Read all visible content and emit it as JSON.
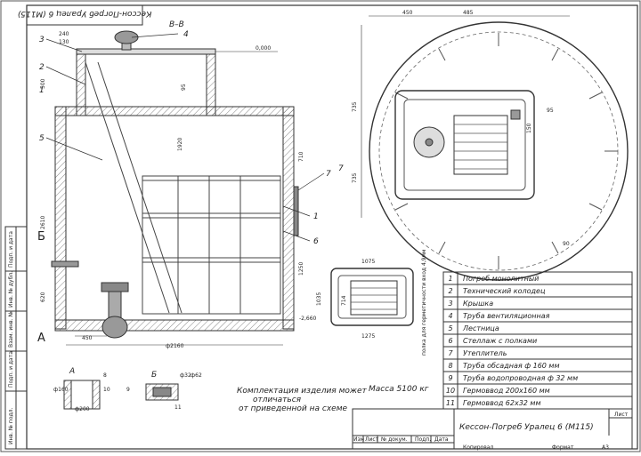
{
  "drawing": {
    "title": "Кессон-Погреб Уралец 6 (М115)",
    "title_mirrored": "Кессон-Погреб Уралец 6 (М115)",
    "section_label": "В–В",
    "level_mark": "0,000",
    "mass": "Масса 5100 кг",
    "note_lines": [
      "Комплектация изделия может",
      "отличаться",
      "от приведенной на схеме"
    ],
    "vertical_note": "полка для герметичности вход 4,9мм",
    "detail_a": "А",
    "detail_b": "Б",
    "side_a": "А",
    "side_b": "Б",
    "stamp_cells": [
      "Изм",
      "Лист",
      "№ докум.",
      "Подп.",
      "Дата"
    ],
    "copied": "Копировал",
    "format": "Формат",
    "format_value": "А3",
    "sheet_label": "Лист"
  },
  "components": [
    {
      "num": "1",
      "name": "Погреб монолитный"
    },
    {
      "num": "2",
      "name": "Технический колодец"
    },
    {
      "num": "3",
      "name": "Крышка"
    },
    {
      "num": "4",
      "name": "Труба вентиляционная"
    },
    {
      "num": "5",
      "name": "Лестница"
    },
    {
      "num": "6",
      "name": "Стеллаж с полками"
    },
    {
      "num": "7",
      "name": "Утеплитель"
    },
    {
      "num": "8",
      "name": "Труба обсадная ф 160 мм"
    },
    {
      "num": "9",
      "name": "Труба водопроводная ф 32 мм"
    },
    {
      "num": "10",
      "name": "Гермоввод 200х160 мм"
    },
    {
      "num": "11",
      "name": "Гермоввод 62х32 мм"
    }
  ],
  "side_stamp": [
    "Инв. № подл.",
    "Подп. и дата",
    "Взам. инв. №",
    "Инв. № дубл.",
    "Подп. и дата"
  ],
  "dimensions": {
    "d1": "240",
    "d2": "130",
    "d3": "500",
    "d4": "95",
    "d5": "1920",
    "d6": "2610",
    "d7": "620",
    "d8": "450",
    "d9": "ф2160",
    "d10": "710",
    "d11": "1250",
    "d12": "-2,660",
    "d13": "450",
    "d14": "485",
    "d15": "735",
    "d16": "735",
    "d17": "95",
    "d18": "90",
    "d19": "1075",
    "d20": "1035",
    "d21": "1275",
    "d22": "ф160",
    "d23": "ф200",
    "d24": "ф32",
    "d25": "ф62",
    "d26": "8",
    "d27": "10",
    "d28": "9",
    "d29": "11",
    "d30": "714",
    "d31": "150"
  },
  "callouts": [
    "1",
    "2",
    "3",
    "4",
    "5",
    "6",
    "7",
    "7"
  ]
}
